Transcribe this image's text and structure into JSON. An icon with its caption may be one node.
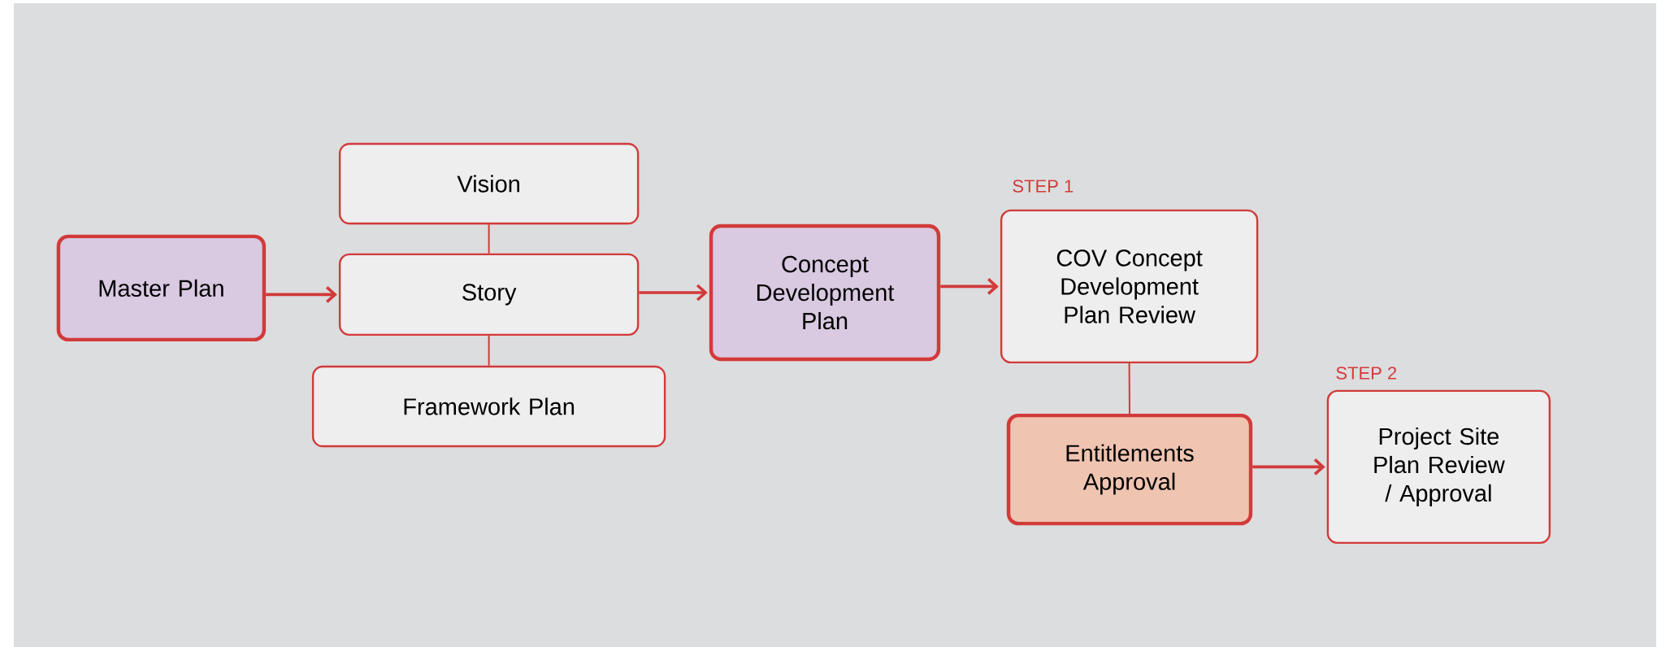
{
  "diagram": {
    "nodes": [
      {
        "text": [
          "Master Plan"
        ]
      },
      {
        "text": [
          "Vision"
        ]
      },
      {
        "text": [
          "Story"
        ]
      },
      {
        "text": [
          "Framework Plan"
        ]
      },
      {
        "text": [
          "Concept Development Plan"
        ]
      },
      {
        "text": [
          "COV Concept Development Plan Review"
        ],
        "beside": [
          "STEP 1"
        ]
      },
      {
        "text": [
          "Entitlements Approval"
        ]
      },
      {
        "text": [
          "Project Site Plan Review / Approval"
        ],
        "beside": [
          "STEP 2"
        ]
      }
    ],
    "edges": [
      {
        "from": 0,
        "to": 2,
        "arrow": "to"
      },
      {
        "from": 1,
        "to": 2,
        "arrow": "none"
      },
      {
        "from": 2,
        "to": 3,
        "arrow": "none"
      },
      {
        "from": 2,
        "to": 4,
        "arrow": "to"
      },
      {
        "from": 4,
        "to": 5,
        "arrow": "to"
      },
      {
        "from": 5,
        "to": 6,
        "arrow": "none"
      },
      {
        "from": 6,
        "to": 7,
        "arrow": "to"
      }
    ]
  }
}
